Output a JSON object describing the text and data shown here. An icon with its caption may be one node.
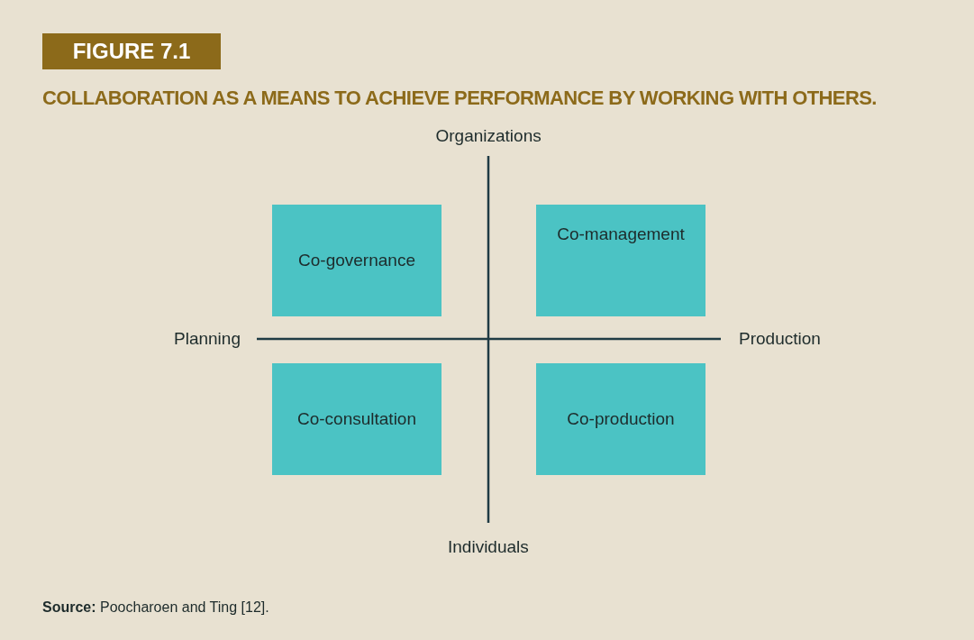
{
  "diagram": {
    "title": "COLLABORATION AS A MEANS TO ACHIEVE PERFORMANCE BY WORKING WITH OTHERS.",
    "caption": "**Source:** Poocharoen and Ting [12].",
    "nodes": [
      {
        "text": [
          "FIGURE 7.1"
        ]
      },
      {
        "text": [
          "Co-governance"
        ]
      },
      {
        "text": [
          "Co-management"
        ]
      },
      {
        "text": [
          "Co-consultation"
        ]
      },
      {
        "text": [
          "Co-production"
        ]
      }
    ],
    "labels": [
      "Organizations",
      "Planning",
      "Production",
      "Individuals"
    ]
  }
}
